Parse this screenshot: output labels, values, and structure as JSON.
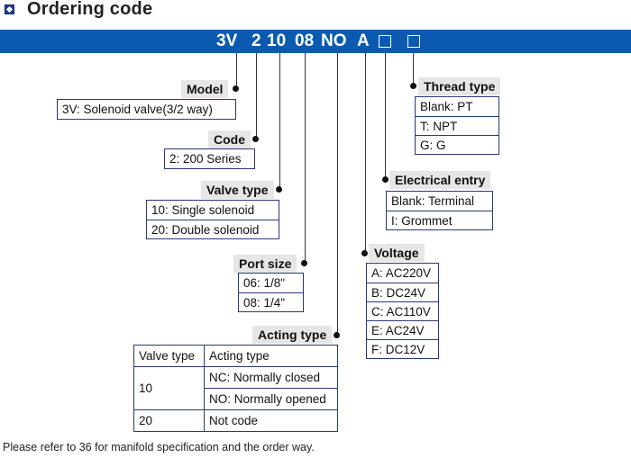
{
  "title": "Ordering code",
  "code": {
    "parts": [
      "3V",
      "2",
      "10",
      "08",
      "NO",
      "A"
    ]
  },
  "model": {
    "label": "Model",
    "items": [
      "3V: Solenoid valve(3/2 way)"
    ]
  },
  "code_section": {
    "label": "Code",
    "items": [
      "2: 200 Series"
    ]
  },
  "valve_type": {
    "label": "Valve type",
    "items": [
      "10: Single solenoid",
      "20: Double solenoid"
    ]
  },
  "port_size": {
    "label": "Port size",
    "items": [
      "06: 1/8\"",
      "08: 1/4\""
    ]
  },
  "acting_type": {
    "label": "Acting type",
    "header": [
      "Valve type",
      "Acting type"
    ],
    "row1_valve": "10",
    "row1_acts": [
      "NC: Normally closed",
      "NO: Normally opened"
    ],
    "row2_valve": "20",
    "row2_act": "Not  code"
  },
  "voltage": {
    "label": "Voltage",
    "items": [
      "A: AC220V",
      "B: DC24V",
      "C: AC110V",
      "E: AC24V",
      "F: DC12V"
    ]
  },
  "electrical_entry": {
    "label": "Electrical entry",
    "items": [
      "Blank: Terminal",
      "I: Grommet"
    ]
  },
  "thread_type": {
    "label": "Thread type",
    "items": [
      "Blank: PT",
      "T: NPT",
      "G: G"
    ]
  },
  "footnote": "Please refer to 36 for manifold specification and the order way."
}
